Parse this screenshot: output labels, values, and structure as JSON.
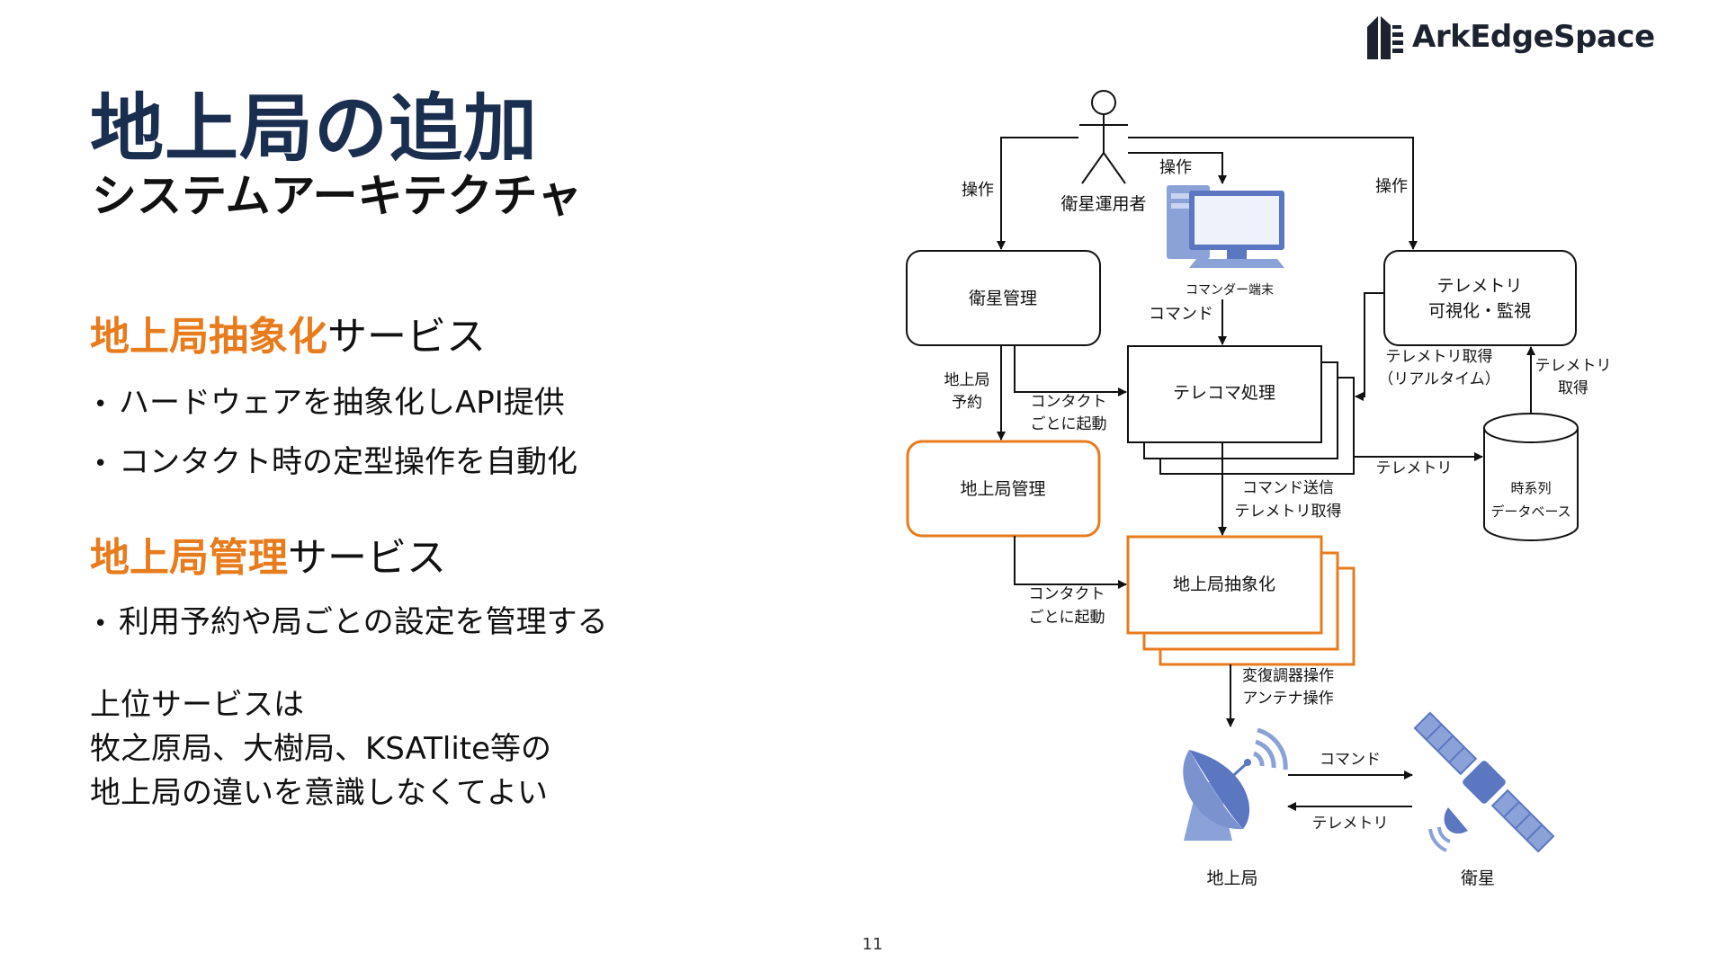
{
  "logo": {
    "text": "ArkEdgeSpace"
  },
  "title": "地上局の追加",
  "subtitle": "システムアーキテクチャ",
  "sections": [
    {
      "highlight": "地上局抽象化",
      "rest": "サービス",
      "bullets": [
        "ハードウェアを抽象化しAPI提供",
        "コンタクト時の定型操作を自動化"
      ]
    },
    {
      "highlight": "地上局管理",
      "rest": "サービス",
      "bullets": [
        "利用予約や局ごとの設定を管理する"
      ]
    }
  ],
  "paragraph": {
    "lines": [
      "上位サービスは",
      "牧之原局、大樹局、KSATlite等の",
      "地上局の違いを意識しなくてよい"
    ]
  },
  "page_number": "11",
  "diagram": {
    "colors": {
      "orange": "#e87b1c",
      "line": "#111111",
      "navy": "#1a2e4f"
    },
    "nodes": {
      "operator": "衛星運用者",
      "commander_terminal": "コマンダー端末",
      "satellite_mgmt": "衛星管理",
      "telemetry_viz_line1": "テレメトリ",
      "telemetry_viz_line2": "可視化・監視",
      "telecom": "テレコマ処理",
      "gs_mgmt": "地上局管理",
      "gs_abstraction": "地上局抽象化",
      "timeseries_db_line1": "時系列",
      "timeseries_db_line2": "データベース",
      "ground_station": "地上局",
      "satellite": "衛星"
    },
    "edges": {
      "op_left": "操作",
      "op_mid": "操作",
      "op_right": "操作",
      "command": "コマンド",
      "gs_reserve_line1": "地上局",
      "gs_reserve_line2": "予約",
      "contact_start_1_line1": "コンタクト",
      "contact_start_1_line2": "ごとに起動",
      "contact_start_2_line1": "コンタクト",
      "contact_start_2_line2": "ごとに起動",
      "tlm_realtime_line1": "テレメトリ取得",
      "tlm_realtime_line2": "（リアルタイム）",
      "tlm_get_line1": "テレメトリ",
      "tlm_get_line2": "取得",
      "telemetry": "テレメトリ",
      "cmd_send_line1": "コマンド送信",
      "cmd_send_line2": "テレメトリ取得",
      "modem_line1": "変復調器操作",
      "modem_line2": "アンテナ操作",
      "sat_command": "コマンド",
      "sat_telemetry": "テレメトリ"
    }
  }
}
